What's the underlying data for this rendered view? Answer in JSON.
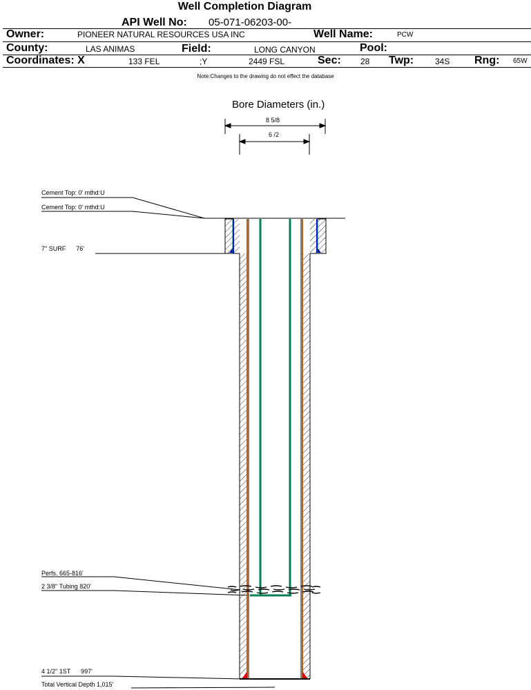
{
  "title": "Well Completion Diagram",
  "header": {
    "api_label": "API Well No:",
    "api_value": "05-071-06203-00-",
    "owner_label": "Owner:",
    "owner_value": "PIONEER NATURAL RESOURCES USA INC",
    "well_name_label": "Well Name:",
    "well_name_value": "PCW",
    "county_label": "County:",
    "county_value": "LAS ANIMAS",
    "field_label": "Field:",
    "field_value": "LONG CANYON",
    "pool_label": "Pool:",
    "pool_value": "",
    "coord_label": "Coordinates: X",
    "coord_x_value": "133 FEL",
    "coord_y_label": ";Y",
    "coord_y_value": "2449 FSL",
    "sec_label": "Sec:",
    "sec_value": "28",
    "twp_label": "Twp:",
    "twp_value": "34S",
    "rng_label": "Rng:",
    "rng_value": "65W"
  },
  "note": "Note:Changes to the drawing do not effect the database",
  "bore": {
    "title": "Bore Diameters (in.)",
    "outer": "8 5/8",
    "inner": "6 /2"
  },
  "annotations": {
    "cement_top_1": "Cement Top: 0' mthd:U",
    "cement_top_2": "Cement Top: 0' mthd:U",
    "surface_casing": "7\" SURF      76'",
    "perfs": "Perfs. 665-816'",
    "tubing": "2 3/8\" Tubing 820'",
    "production_casing": "4 1/2\" 1ST      997'",
    "total_depth": "Total Vertical Depth 1,015'"
  },
  "colors": {
    "casing": "#b5651d",
    "tubing": "#008050",
    "cement_blue": "#0000c0",
    "shoe_red": "#e00000"
  }
}
